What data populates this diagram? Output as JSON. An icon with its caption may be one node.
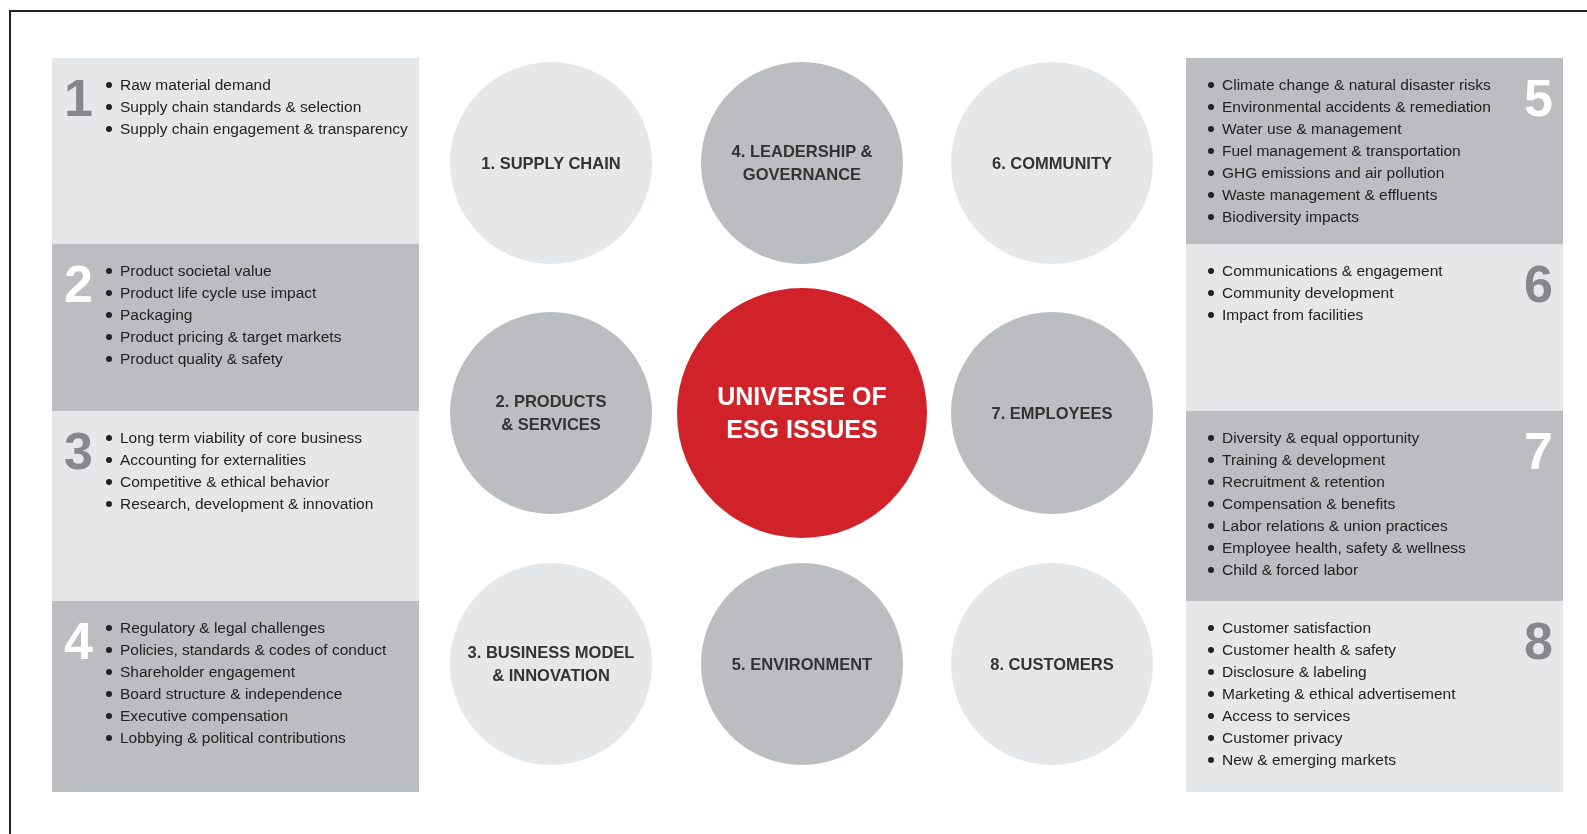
{
  "diagram": {
    "nodes": [
      {
        "text": [
          "1",
          "Raw material demand",
          "Supply chain standards & selection",
          "Supply chain engagement & transparency"
        ]
      },
      {
        "text": [
          "2",
          "Product societal value",
          "Product life cycle use impact",
          "Packaging",
          "Product pricing & target markets",
          "Product quality & safety"
        ]
      },
      {
        "text": [
          "3",
          "Long term viability of core business",
          "Accounting for externalities",
          "Competitive & ethical behavior",
          "Research, development & innovation"
        ]
      },
      {
        "text": [
          "4",
          "Regulatory & legal challenges",
          "Policies, standards & codes of conduct",
          "Shareholder engagement",
          "Board structure & independence",
          "Executive compensation",
          "Lobbying & political contributions"
        ]
      },
      {
        "text": [
          "1. SUPPLY CHAIN"
        ]
      },
      {
        "text": [
          "4. LEADERSHIP & GOVERNANCE"
        ]
      },
      {
        "text": [
          "6. COMMUNITY"
        ]
      },
      {
        "text": [
          "2. PRODUCTS & SERVICES"
        ]
      },
      {
        "text": [
          "UNIVERSE OF ESG ISSUES"
        ]
      },
      {
        "text": [
          "7. EMPLOYEES"
        ]
      },
      {
        "text": [
          "3. BUSINESS MODEL & INNOVATION"
        ]
      },
      {
        "text": [
          "5. ENVIRONMENT"
        ]
      },
      {
        "text": [
          "8. CUSTOMERS"
        ]
      },
      {
        "text": [
          "Climate change & natural disaster risks",
          "Environmental accidents & remediation",
          "Water use & management",
          "Fuel management & transportation",
          "GHG emissions and air pollution",
          "Waste management & effluents",
          "Biodiversity impacts",
          "5"
        ]
      },
      {
        "text": [
          "Communications & engagement",
          "Community development",
          "Impact from facilities",
          "6"
        ]
      },
      {
        "text": [
          "Diversity & equal opportunity",
          "Training & development",
          "Recruitment & retention",
          "Compensation & benefits",
          "Labor relations & union practices",
          "Employee health, safety & wellness",
          "Child & forced labor",
          "7"
        ]
      },
      {
        "text": [
          "Customer satisfaction",
          "Customer health & safety",
          "Disclosure & labeling",
          "Marketing & ethical advertisement",
          "Access to services",
          "Customer privacy",
          "New & emerging markets",
          "8"
        ]
      }
    ]
  }
}
